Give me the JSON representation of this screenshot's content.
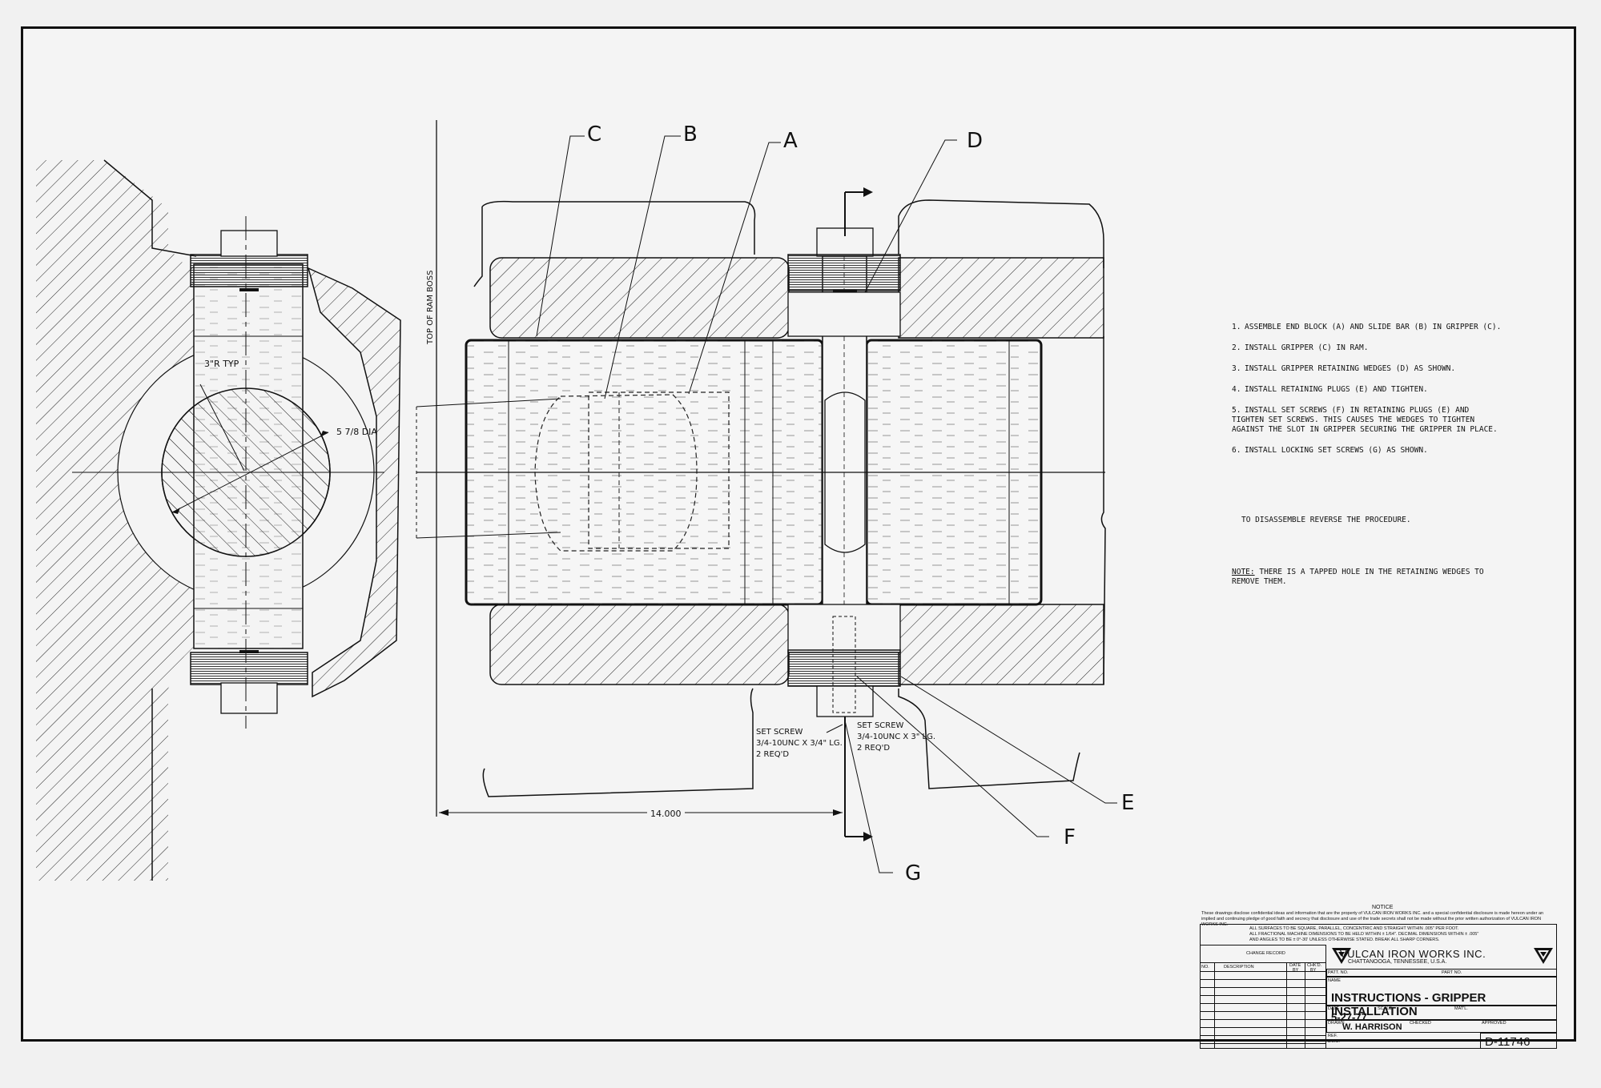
{
  "callouts": {
    "a": "A",
    "b": "B",
    "c": "C",
    "d": "D",
    "e": "E",
    "f": "F",
    "g": "G"
  },
  "section_view": {
    "radius_label": "3\"R TYP",
    "diameter_label": "5 7/8 DIA"
  },
  "main_view": {
    "vertical_label": "TOP OF RAM BOSS",
    "dimension": "14.000",
    "set_screw_left": "SET SCREW\n3/4-10UNC X 3/4\" LG.\n2 REQ'D",
    "set_screw_right": "SET SCREW\n3/4-10UNC X 3\" LG.\n2 REQ'D"
  },
  "notes": [
    {
      "num": "1.",
      "text": "ASSEMBLE END BLOCK (A) AND SLIDE BAR (B) IN GRIPPER (C)."
    },
    {
      "num": "2.",
      "text": "INSTALL GRIPPER (C) IN RAM."
    },
    {
      "num": "3.",
      "text": "INSTALL GRIPPER RETAINING WEDGES (D) AS SHOWN."
    },
    {
      "num": "4.",
      "text": "INSTALL RETAINING PLUGS (E) AND TIGHTEN."
    },
    {
      "num": "5.",
      "text": "INSTALL SET SCREWS (F) IN RETAINING PLUGS (E) AND TIGHTEN SET SCREWS. THIS CAUSES THE WEDGES TO TIGHTEN AGAINST THE SLOT IN GRIPPER SECURING THE GRIPPER IN PLACE."
    },
    {
      "num": "6.",
      "text": "INSTALL LOCKING SET SCREWS (G) AS SHOWN."
    }
  ],
  "disassemble": "TO DISASSEMBLE REVERSE THE PROCEDURE.",
  "tapped_note": {
    "prefix": "NOTE:",
    "text": "THERE IS A TAPPED HOLE IN THE RETAINING WEDGES TO REMOVE THEM."
  },
  "title_block": {
    "notice_heading": "NOTICE",
    "notice_text": "These drawings disclose confidential ideas and information that are the property of VULCAN IRON WORKS INC. and a special confidential disclosure is made hereon under an implied and continuing pledge of good faith and secrecy that disclosure and use of the trade secrets shall not be made without the prior written authorization of VULCAN IRON WORKS INC.",
    "tolerances": [
      "ALL SURFACES TO BE SQUARE, PARALLEL, CONCENTRIC AND STRAIGHT WITHIN .005\" PER FOOT.",
      "ALL FRACTIONAL MACHINE DIMENSIONS TO BE HELD WITHIN ± 1/64\". DECIMAL DIMENSIONS WITHIN ± .005\"",
      "AND ANGLES TO BE ± 0°-30' UNLESS OTHERWISE STATED. BREAK ALL SHARP CORNERS."
    ],
    "change_record": "CHANGE RECORD",
    "col_no": "NO.",
    "col_description": "DESCRIPTION",
    "col_date": "DATE",
    "col_by": "BY",
    "col_chkd": "CHK'D.",
    "col_by2": "BY",
    "company": "VULCAN IRON WORKS INC.",
    "city": "CHATTANOOGA, TENNESSEE, U.S.A.",
    "patt_no": "PATT. NO.",
    "part_no": "PART NO.",
    "name_label": "NAME",
    "title": "INSTRUCTIONS - GRIPPER INSTALLATION",
    "date_label": "DATE",
    "date": "5-27-77",
    "scale_label": "SCALE",
    "matl_label": "MAT'L.",
    "drawn_label": "DRAWN",
    "drawn_by": "W. HARRISON",
    "checked_label": "CHECKED",
    "approved_label": "APPROVED",
    "ref_label": "REF.",
    "dwg_label": "DWG.",
    "drawing_number": "D-11746"
  }
}
